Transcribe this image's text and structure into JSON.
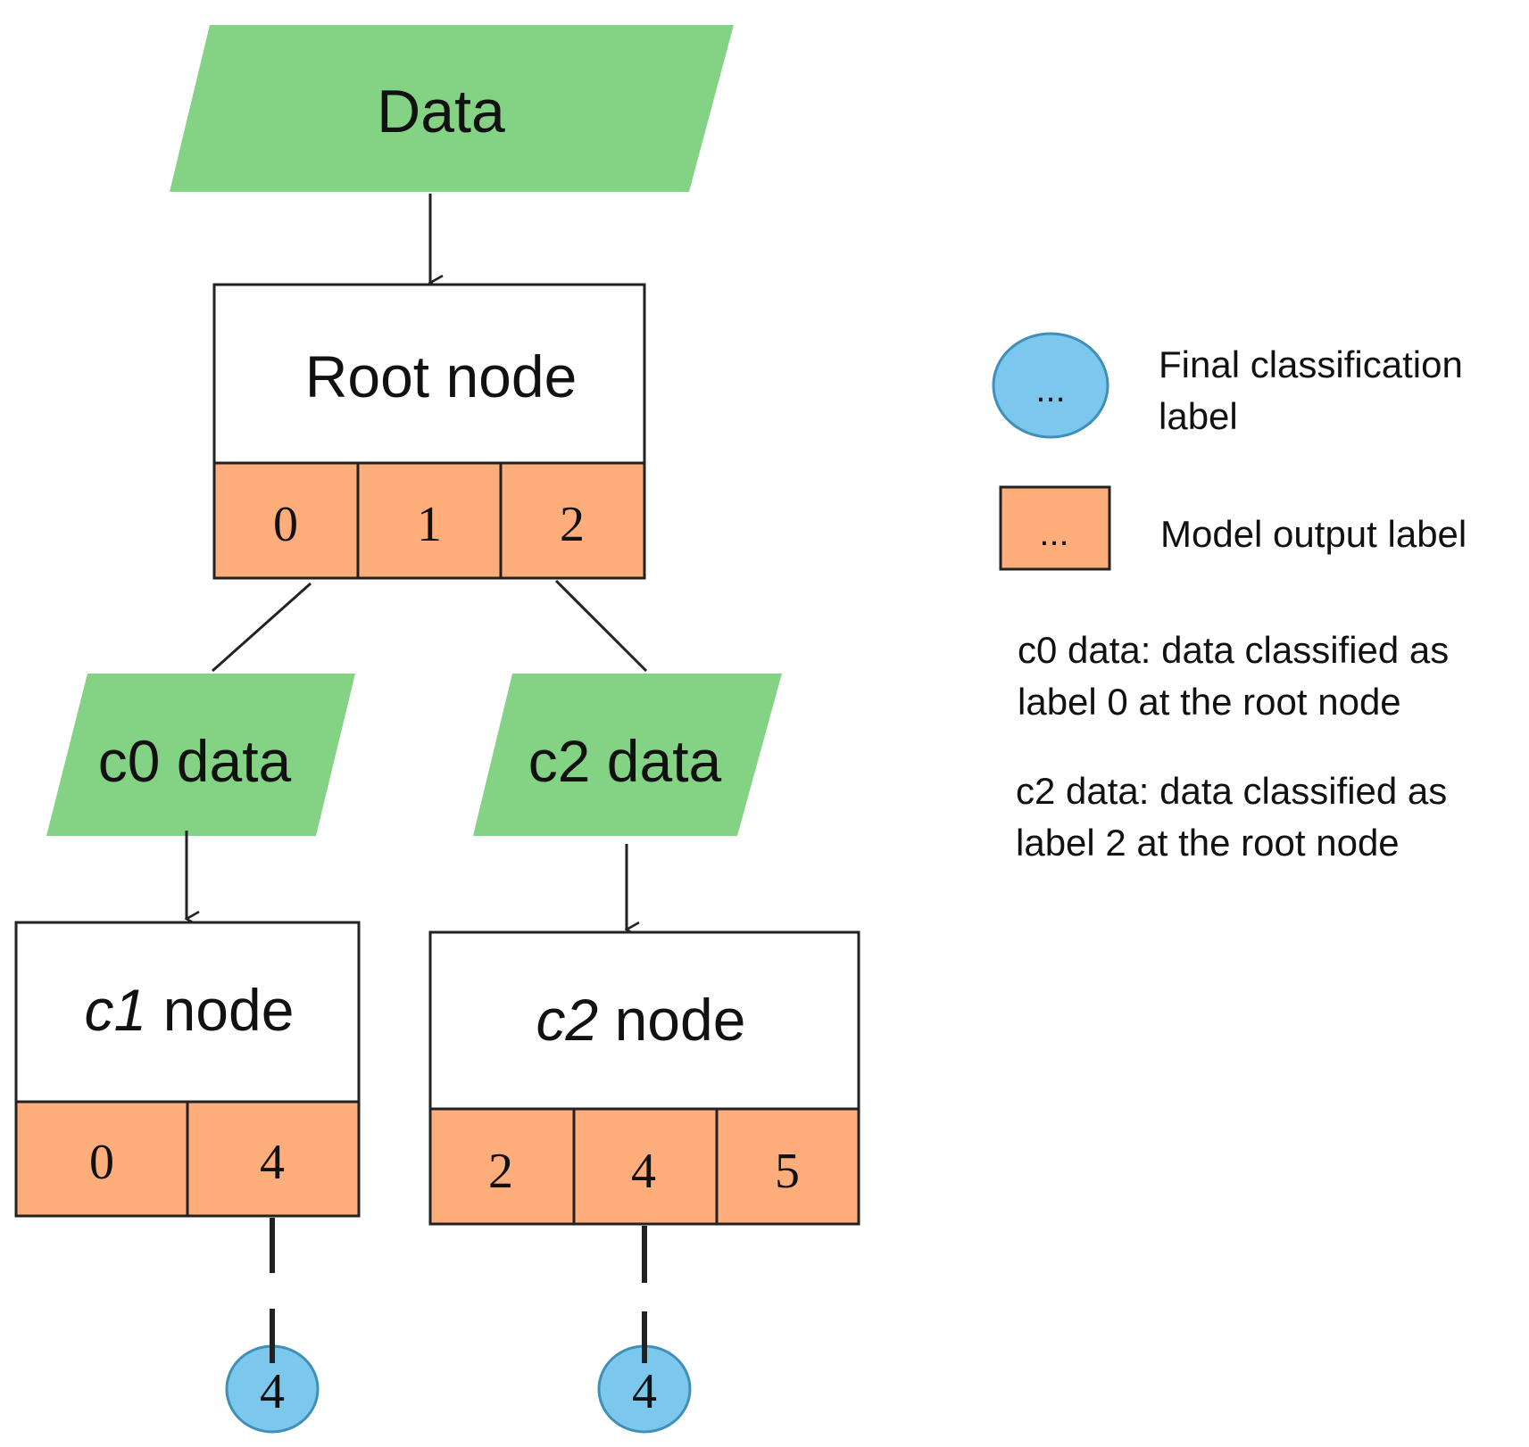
{
  "colors": {
    "data_fill": "#84d384",
    "label_fill": "#ffad7a",
    "final_fill": "#7cc8ed",
    "final_stroke": "#3f8fb8",
    "line": "#222222",
    "text": "#111111"
  },
  "diagram": {
    "data_input": "Data",
    "root_node": {
      "title": "Root node",
      "outputs": [
        "0",
        "1",
        "2"
      ]
    },
    "c0_data": "c0 data",
    "c2_data": "c2 data",
    "c1_node": {
      "title_italic": "c1",
      "title_rest": " node",
      "outputs": [
        "0",
        "4"
      ]
    },
    "c2_node": {
      "title_italic": "c2",
      "title_rest": " node",
      "outputs": [
        "2",
        "4",
        "5"
      ]
    },
    "final_labels": [
      "4",
      "4"
    ]
  },
  "legend": {
    "final_symbol": "...",
    "final_label_line1": "Final classification",
    "final_label_line2": "label",
    "model_symbol": "...",
    "model_label": "Model output label",
    "c0_note_line1": "c0 data: data classified as",
    "c0_note_line2": "label 0 at the root node",
    "c2_note_line1": "c2 data: data classified as",
    "c2_note_line2": "label 2 at the root node"
  }
}
